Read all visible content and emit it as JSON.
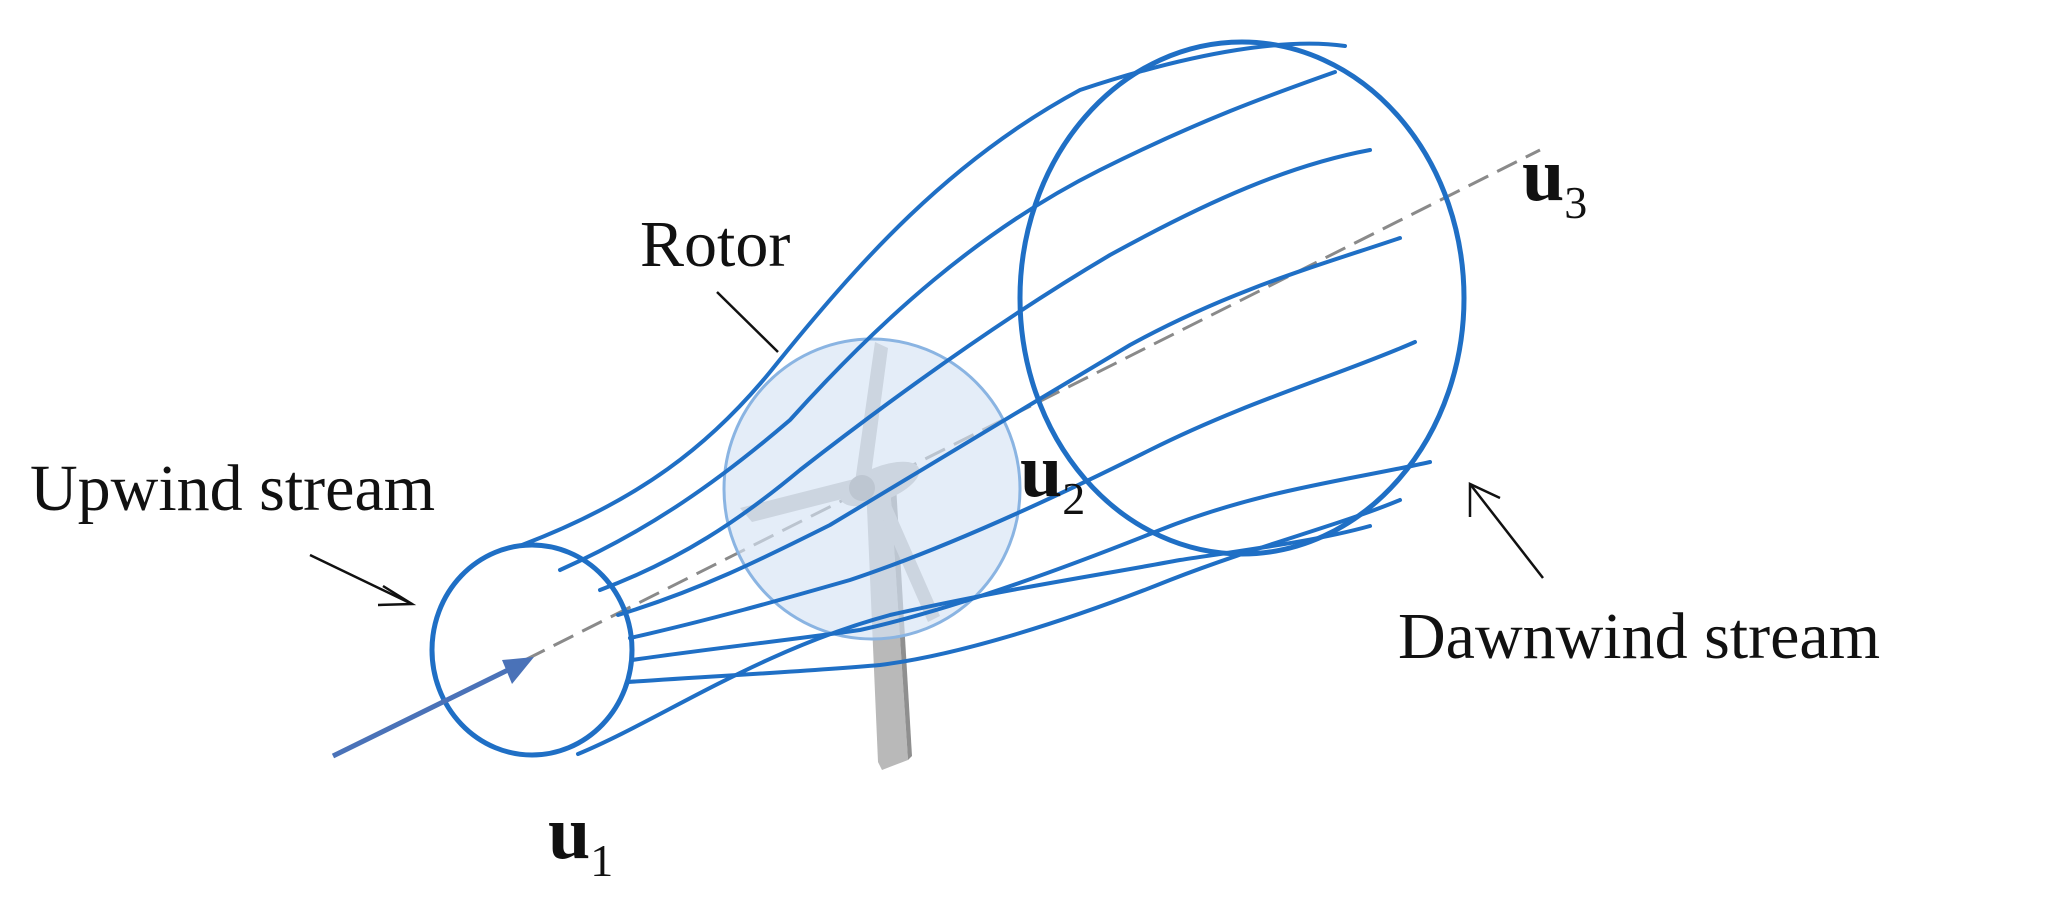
{
  "labels": {
    "rotor": "Rotor",
    "upwind": "Upwind stream",
    "downwind": "Dawnwind stream",
    "u1": {
      "base": "u",
      "sub": "1"
    },
    "u2": {
      "base": "u",
      "sub": "2"
    },
    "u3": {
      "base": "u",
      "sub": "3"
    }
  },
  "colors": {
    "stream": "#1f6fc5",
    "rotor_fill": "#d5e3f5",
    "rotor_stroke": "#8ab4e2",
    "axis": "#8a8a8a",
    "arrow": "#4a72b8",
    "turbine": "#b9b9b9",
    "turbine_dark": "#8f8f8f"
  },
  "icons": {
    "turbine": "wind-turbine-icon",
    "inflow_arrow": "arrow-right-icon"
  }
}
